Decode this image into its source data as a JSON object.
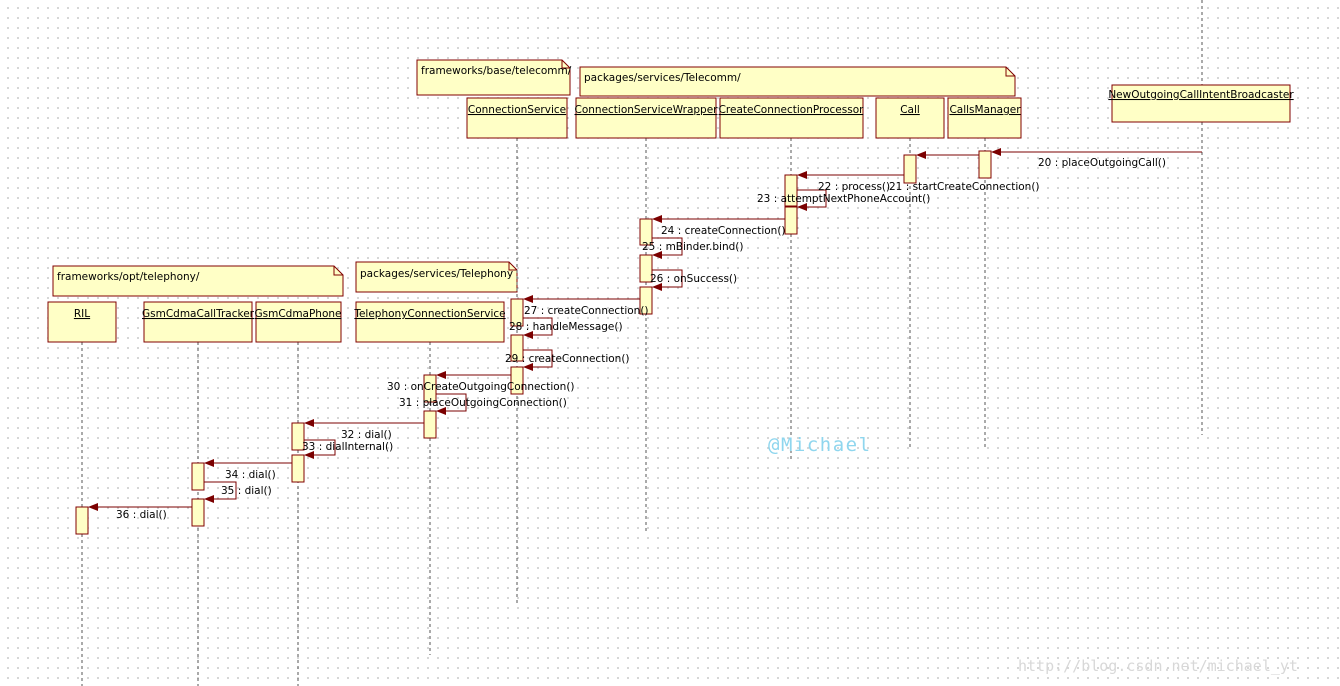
{
  "packages": [
    {
      "id": "pkg-base-telecomm",
      "label": "frameworks/base/telecomm/"
    },
    {
      "id": "pkg-services-telecomm",
      "label": "packages/services/Telecomm/"
    },
    {
      "id": "pkg-opt-telephony",
      "label": "frameworks/opt/telephony/"
    },
    {
      "id": "pkg-services-telephony",
      "label": "packages/services/Telephony"
    }
  ],
  "participants": [
    {
      "id": "ril",
      "label": "RIL"
    },
    {
      "id": "gsmcdmacalltracker",
      "label": "GsmCdmaCallTracker"
    },
    {
      "id": "gsmcdmaphone",
      "label": "GsmCdmaPhone"
    },
    {
      "id": "telephonyconnectionservice",
      "label": "TelephonyConnectionService"
    },
    {
      "id": "connectionservice",
      "label": "ConnectionService"
    },
    {
      "id": "connectionservicewrapper",
      "label": "ConnectionServiceWrapper"
    },
    {
      "id": "createconnectionprocessor",
      "label": "CreateConnectionProcessor"
    },
    {
      "id": "call",
      "label": "Call"
    },
    {
      "id": "callsmanager",
      "label": "CallsManager"
    },
    {
      "id": "newoutgoingcallintentbroadcaster",
      "label": "NewOutgoingCallIntentBroadcaster"
    }
  ],
  "messages": [
    {
      "id": "m20",
      "label": "20 : placeOutgoingCall()"
    },
    {
      "id": "m21",
      "label": "21 : startCreateConnection()"
    },
    {
      "id": "m22",
      "label": "22 : process()"
    },
    {
      "id": "m23",
      "label": "23 : attemptNextPhoneAccount()"
    },
    {
      "id": "m24",
      "label": "24 : createConnection()"
    },
    {
      "id": "m25",
      "label": "25 : mBinder.bind()"
    },
    {
      "id": "m26",
      "label": "26 : onSuccess()"
    },
    {
      "id": "m27",
      "label": "27 : createConnection()"
    },
    {
      "id": "m28",
      "label": "28 : handleMessage()"
    },
    {
      "id": "m29",
      "label": "29 : createConnection()"
    },
    {
      "id": "m30",
      "label": "30 : onCreateOutgoingConnection()"
    },
    {
      "id": "m31",
      "label": "31 : placeOutgoingConnection()"
    },
    {
      "id": "m32",
      "label": "32 : dial()"
    },
    {
      "id": "m33",
      "label": "33 : dialInternal()"
    },
    {
      "id": "m34",
      "label": "34 : dial()"
    },
    {
      "id": "m35",
      "label": "35 : dial()"
    },
    {
      "id": "m36",
      "label": "36 : dial()"
    }
  ],
  "watermark": {
    "author": "@Michael",
    "url": "http://blog.csdn.net/michael_yt"
  },
  "colors": {
    "fill": "#ffffc6",
    "border": "#800000",
    "arrow": "#7b0000",
    "lifeline": "#555555"
  }
}
